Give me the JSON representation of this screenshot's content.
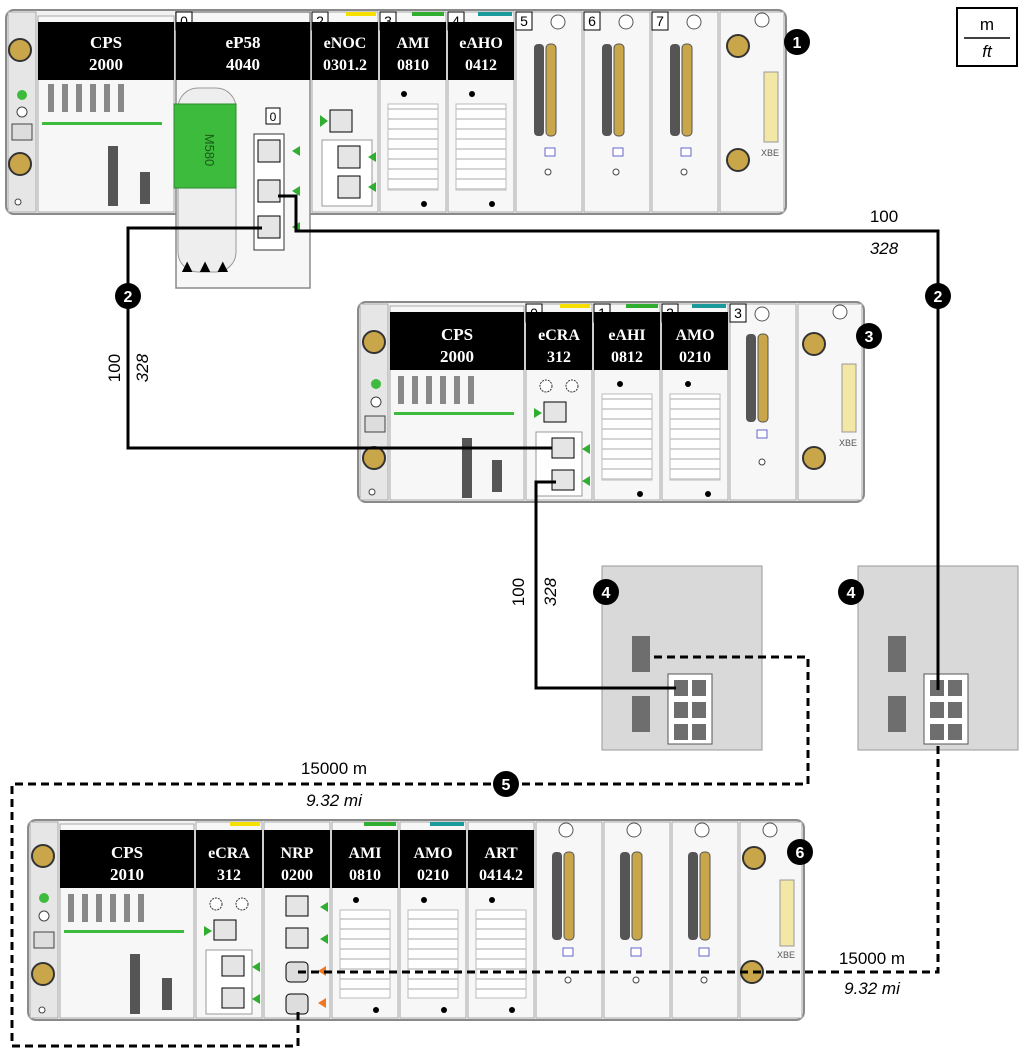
{
  "legend": {
    "top": "m",
    "bottom": "ft"
  },
  "racks": [
    {
      "callout": "1",
      "slots": [
        "0",
        "2",
        "3",
        "4",
        "5",
        "6",
        "7"
      ],
      "modules": [
        {
          "line1": "CPS",
          "line2": "2000"
        },
        {
          "line1": "eP58",
          "line2": "4040"
        },
        {
          "line1": "eNOC",
          "line2": "0301.2"
        },
        {
          "line1": "AMI",
          "line2": "0810"
        },
        {
          "line1": "eAHO",
          "line2": "0412"
        }
      ],
      "cpu_port_label": "0",
      "cpu_card_text": "M580"
    },
    {
      "callout": "3",
      "slots": [
        "0",
        "1",
        "2",
        "3"
      ],
      "modules": [
        {
          "line1": "CPS",
          "line2": "2000"
        },
        {
          "line1": "eCRA",
          "line2": "312"
        },
        {
          "line1": "eAHI",
          "line2": "0812"
        },
        {
          "line1": "AMO",
          "line2": "0210"
        }
      ]
    },
    {
      "callout": "6",
      "modules": [
        {
          "line1": "CPS",
          "line2": "2010"
        },
        {
          "line1": "eCRA",
          "line2": "312"
        },
        {
          "line1": "NRP",
          "line2": "0200"
        },
        {
          "line1": "AMI",
          "line2": "0810"
        },
        {
          "line1": "AMO",
          "line2": "0210"
        },
        {
          "line1": "ART",
          "line2": "0414.2"
        }
      ]
    }
  ],
  "xbe_label": "XBE",
  "cables": {
    "left_copper": {
      "callout": "2",
      "metric": "100",
      "imperial": "328"
    },
    "right_copper": {
      "callout": "2",
      "metric": "100",
      "imperial": "328"
    },
    "drop_copper": {
      "metric": "100",
      "imperial": "328"
    },
    "fiber_left": {
      "callout": "5",
      "metric": "15000 m",
      "imperial": "9.32 mi"
    },
    "fiber_right": {
      "metric": "15000 m",
      "imperial": "9.32 mi"
    }
  },
  "switches": [
    {
      "callout": "4"
    },
    {
      "callout": "4"
    }
  ],
  "colors": {
    "rack_face": "#f2f2f2",
    "rack_edge": "#8a8a8a",
    "module_head": "#000000",
    "cpu_card": "#3dbb3d",
    "led_green": "#3dbb3d",
    "port_green": "#2fae2f",
    "fiber_orange": "#f07820",
    "switch_fill": "#d9d9d9",
    "xbe_yellow": "#f3e7a6",
    "stripe_yellow": "#f5e000",
    "stripe_green": "#2fae2f",
    "stripe_teal": "#1a9a9a"
  }
}
